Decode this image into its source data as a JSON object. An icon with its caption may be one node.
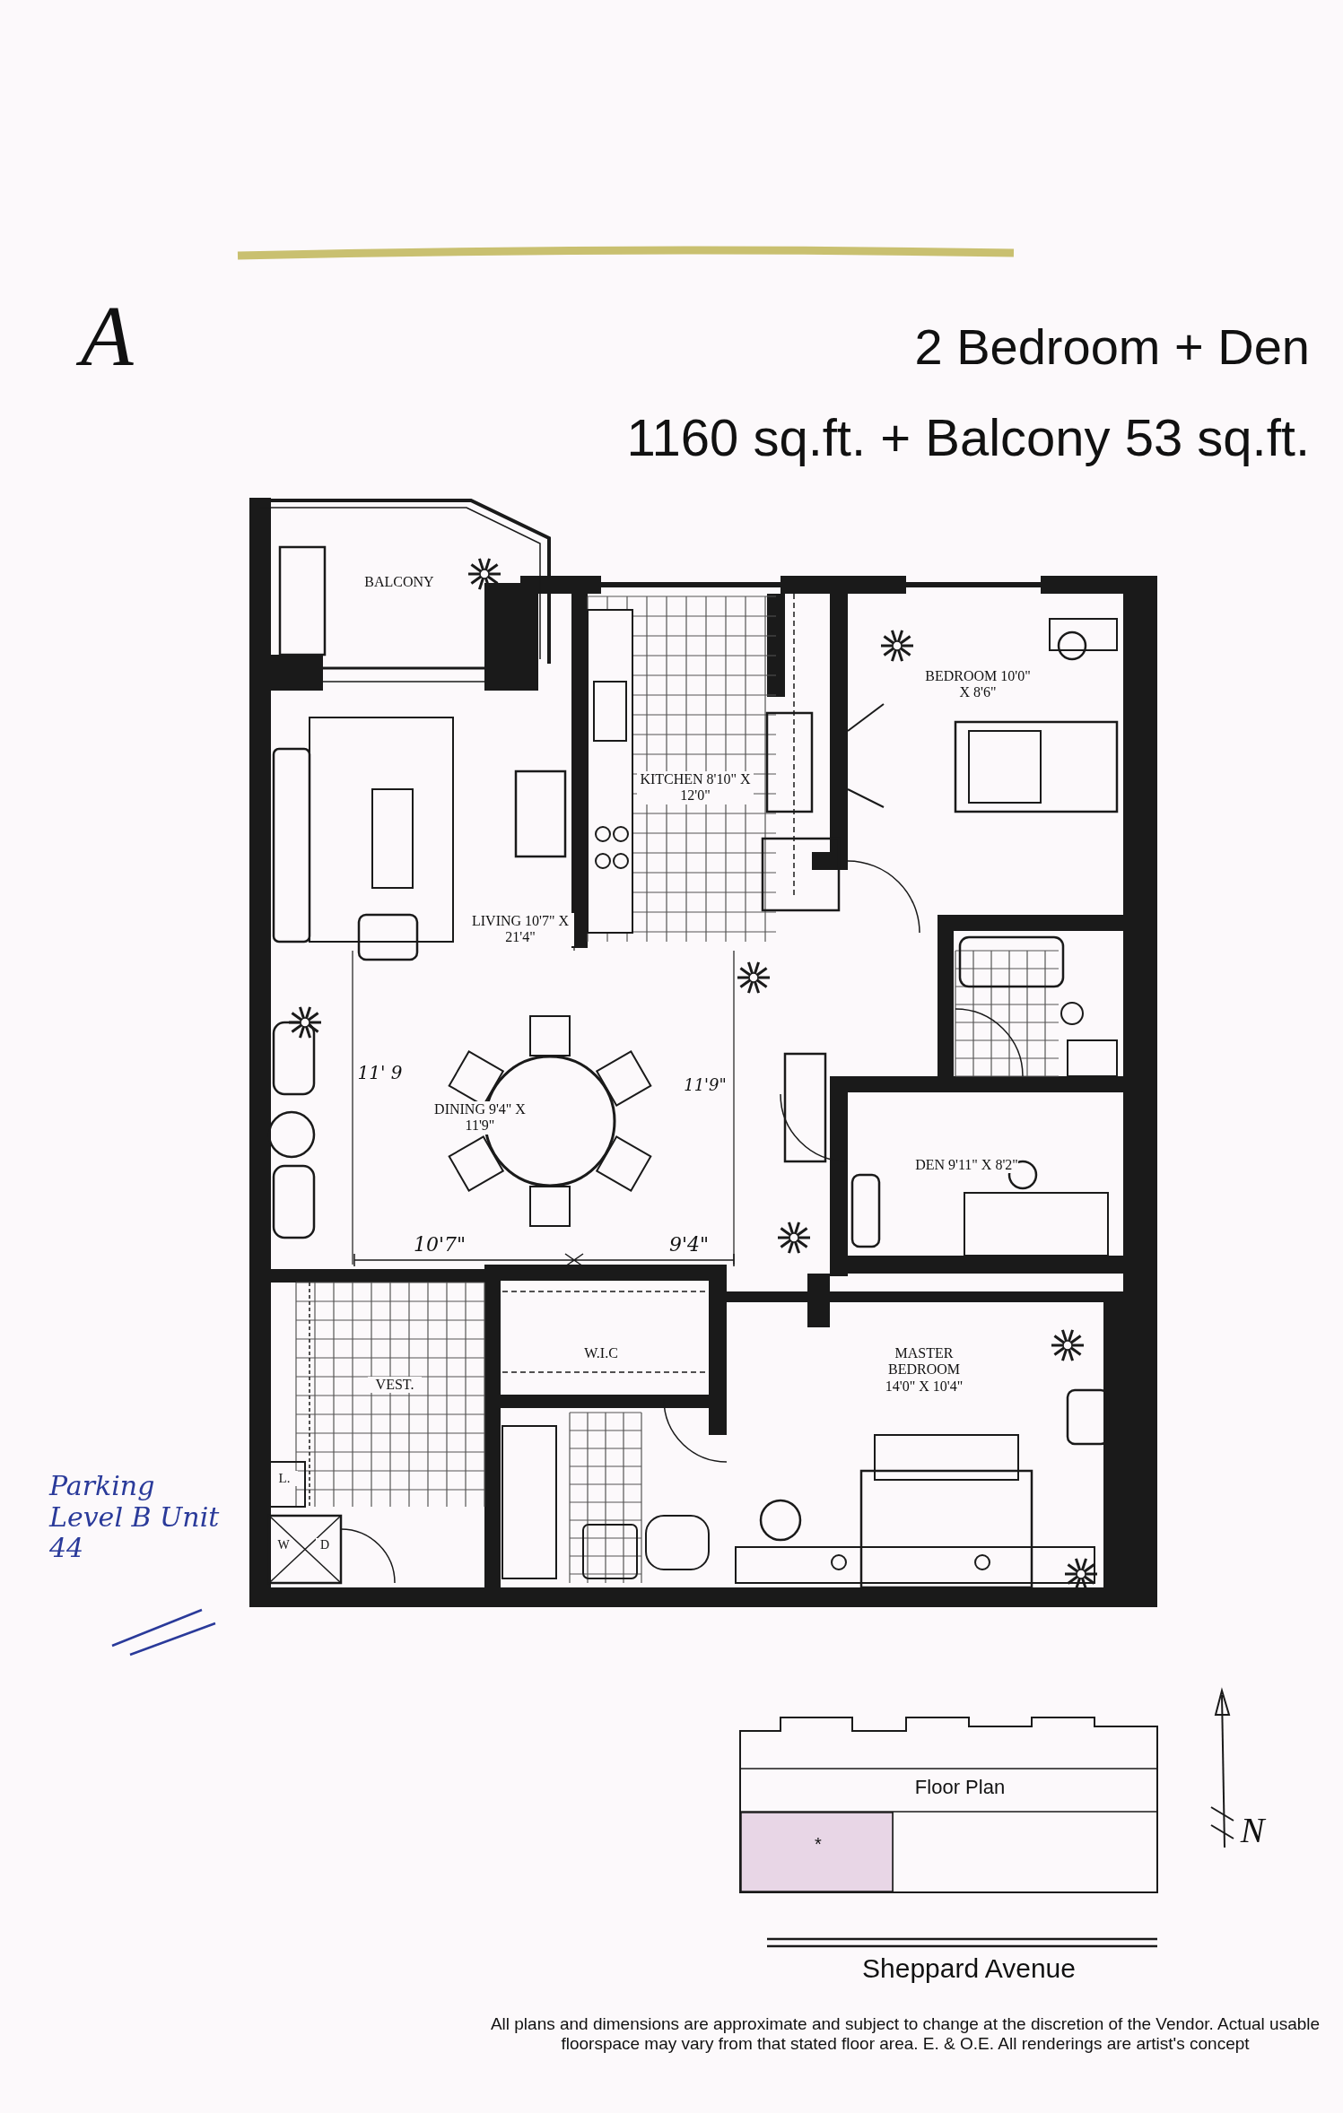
{
  "diagram": {
    "labels": [
      "A",
      "2 Bedroom + Den",
      "1160 sq.ft. + Balcony 53 sq.ft.",
      "BALCONY",
      "KITCHEN 8'10\" X 12'0\"",
      "BEDROOM 10'0\" X 8'6\"",
      "LIVING 10'7\" X 21'4\"",
      "DINING 9'4\" X 11'9\"",
      "11' 9",
      "11'9\"",
      "DEN 9'11\" X 8'2\"",
      "10'7\"",
      "9'4\"",
      "W.I.C",
      "VEST.",
      "MASTER BEDROOM 14'0\" X 10'4\"",
      "L.",
      "W",
      "D",
      "Parking Level B Unit 44",
      "Floor Plan",
      "*",
      "N",
      "Sheppard Avenue",
      "All plans and dimensions are approximate and subject to change at the discretion of the Vendor. Actual usable floorspace may vary from that stated floor area. E. & O.E. All renderings are artist's concept"
    ]
  }
}
